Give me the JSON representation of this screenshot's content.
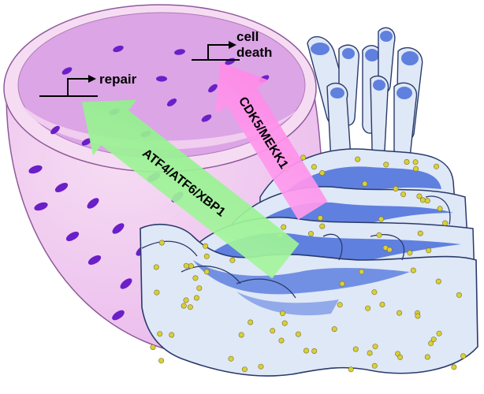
{
  "labels": {
    "repair": "repair",
    "cell_death_line1": "cell",
    "cell_death_line2": "death",
    "pathway_survival": "ATF4/ATF6/XBP1",
    "pathway_death": "CDK5/MEKK1"
  },
  "colors": {
    "nucleus_shell": "#e9b7ec",
    "nucleus_rim": "#f6dcf3",
    "nucleus_interior": "#dca5e6",
    "chromatin": "#6a1fc8",
    "er_membrane": "#dfe8f7",
    "er_lumen": "#5f80df",
    "ribosome": "#d9cf3a",
    "arrow_survival": "#8ff08a",
    "arrow_death": "#ff86e6",
    "outline": "#111111"
  },
  "icons": {
    "promoter": "promoter-arrow-icon"
  }
}
